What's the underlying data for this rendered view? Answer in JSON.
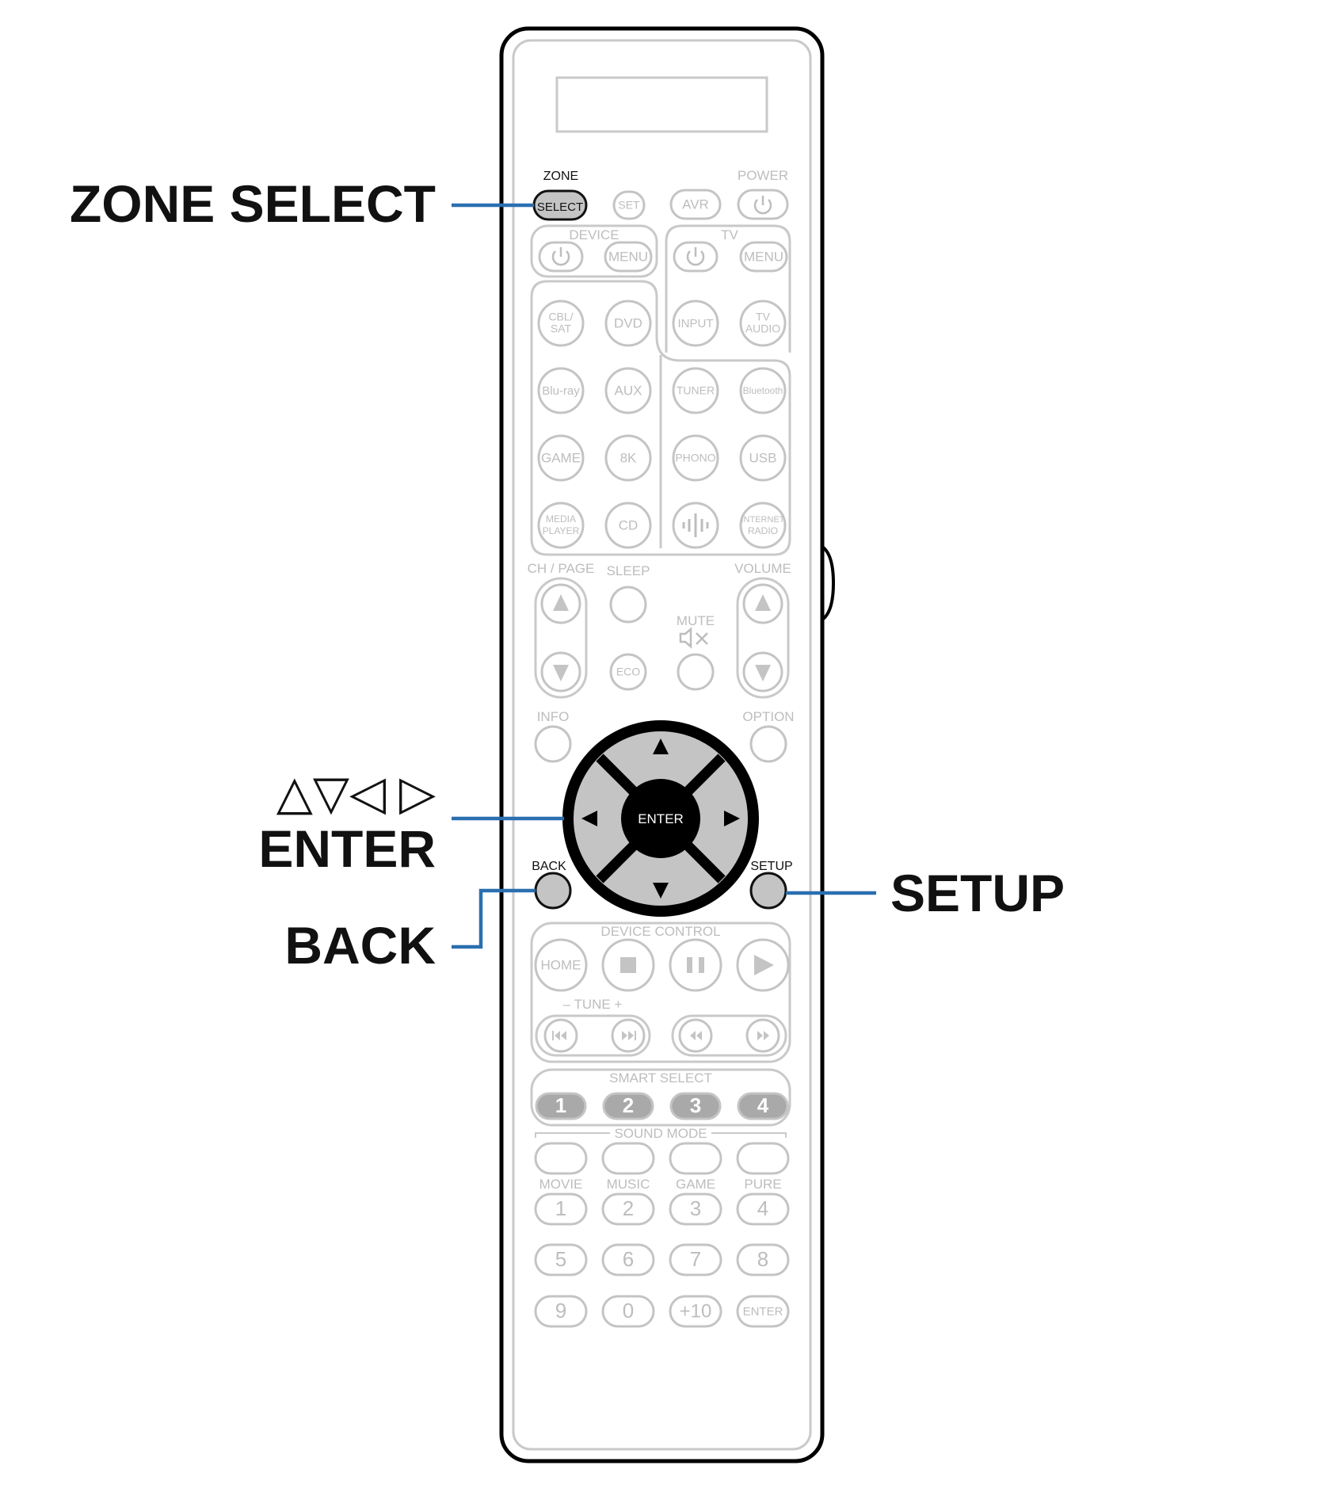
{
  "callouts": {
    "zone_select": "ZONE SELECT",
    "arrows": "△▽◁ ▷",
    "enter": "ENTER",
    "back": "BACK",
    "setup": "SETUP"
  },
  "remote": {
    "top": {
      "zone": "ZONE",
      "select": "SELECT",
      "set": "SET",
      "avr": "AVR",
      "power": "POWER",
      "device": "DEVICE",
      "tv": "TV",
      "menu_device": "MENU",
      "menu_tv": "MENU",
      "input": "INPUT",
      "tv_audio_1": "TV",
      "tv_audio_2": "AUDIO"
    },
    "sources": {
      "cbl_1": "CBL/",
      "cbl_2": "SAT",
      "dvd": "DVD",
      "bluray": "Blu-ray",
      "aux": "AUX",
      "tuner": "TUNER",
      "bluetooth": "Bluetooth",
      "game": "GAME",
      "eightk": "8K",
      "phono": "PHONO",
      "usb": "USB",
      "media_1": "MEDIA",
      "media_2": "PLAYER",
      "cd": "CD",
      "radio_1": "INTERNET",
      "radio_2": "RADIO"
    },
    "middle": {
      "ch_page": "CH / PAGE",
      "sleep": "SLEEP",
      "volume": "VOLUME",
      "mute": "MUTE",
      "eco": "ECO",
      "info": "INFO",
      "option": "OPTION"
    },
    "cursor": {
      "enter": "ENTER",
      "back": "BACK",
      "setup": "SETUP"
    },
    "device_control": {
      "title": "DEVICE CONTROL",
      "home": "HOME",
      "tune": "–   TUNE   +"
    },
    "smart_select": {
      "title": "SMART SELECT",
      "buttons": [
        "1",
        "2",
        "3",
        "4"
      ]
    },
    "sound_mode": {
      "title": "SOUND MODE",
      "labels": [
        "MOVIE",
        "MUSIC",
        "GAME",
        "PURE"
      ]
    },
    "numpad": {
      "row1": [
        "1",
        "2",
        "3",
        "4"
      ],
      "row2": [
        "5",
        "6",
        "7",
        "8"
      ],
      "row3": [
        "9",
        "0",
        "+10",
        "ENTER"
      ]
    }
  }
}
